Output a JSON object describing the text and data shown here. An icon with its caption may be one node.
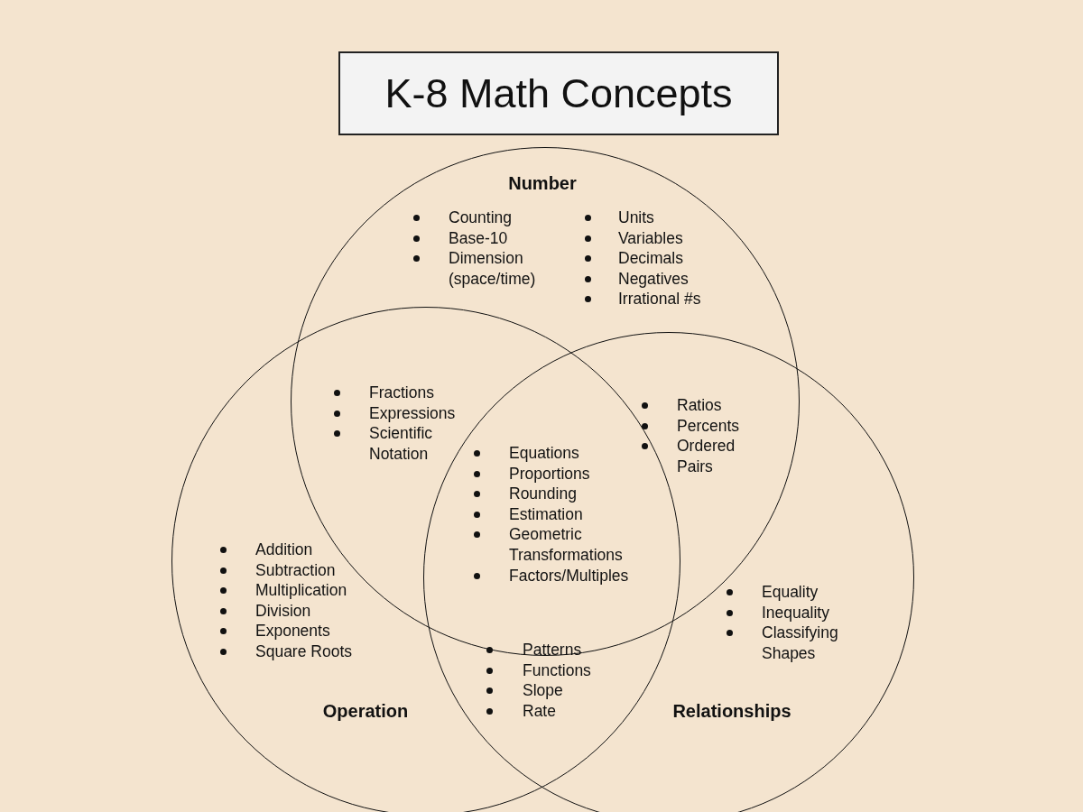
{
  "diagram": {
    "title": "K-8 Math Concepts",
    "nodes": [
      {
        "text": [
          "Number",
          "Counting",
          "Base-10",
          "Dimension (space/time)",
          "Units",
          "Variables",
          "Decimals",
          "Negatives",
          "Irrational #s"
        ]
      },
      {
        "text": [
          "Operation",
          "Addition",
          "Subtraction",
          "Multiplication",
          "Division",
          "Exponents",
          "Square Roots"
        ]
      },
      {
        "text": [
          "Relationships",
          "Equality",
          "Inequality",
          "Classifying Shapes"
        ]
      }
    ],
    "labels": [
      "Fractions",
      "Expressions",
      "Scientific Notation",
      "Ratios",
      "Percents",
      "Ordered Pairs",
      "Equations",
      "Proportions",
      "Rounding",
      "Estimation",
      "Geometric Transformations",
      "Factors/Multiples",
      "Patterns",
      "Functions",
      "Slope",
      "Rate"
    ]
  }
}
